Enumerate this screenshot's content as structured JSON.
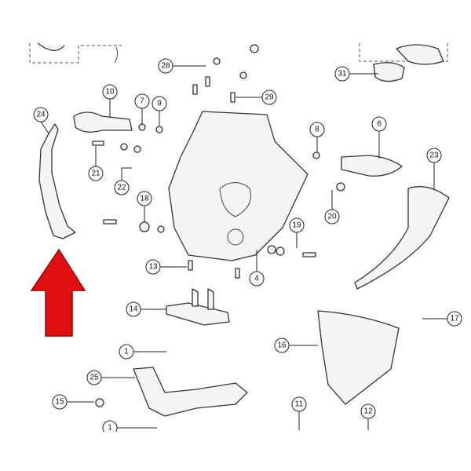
{
  "diagram": {
    "title": "Headlight bracket and turn signal assembly exploded view",
    "highlight_color": "#e01010",
    "callouts": {
      "c24": "24",
      "c28": "28",
      "c31": "31",
      "c10": "10",
      "c7": "7",
      "c9": "9",
      "c29": "29",
      "c8": "8",
      "c6": "6",
      "c23": "23",
      "c21": "21",
      "c22": "22",
      "c18": "18",
      "c20": "20",
      "c19": "19",
      "c13": "13",
      "c4": "4",
      "c14": "14",
      "c17": "17",
      "c1a": "1",
      "c16": "16",
      "c25": "25",
      "c15": "15",
      "c11": "11",
      "c12": "12",
      "c1b": "1"
    }
  }
}
